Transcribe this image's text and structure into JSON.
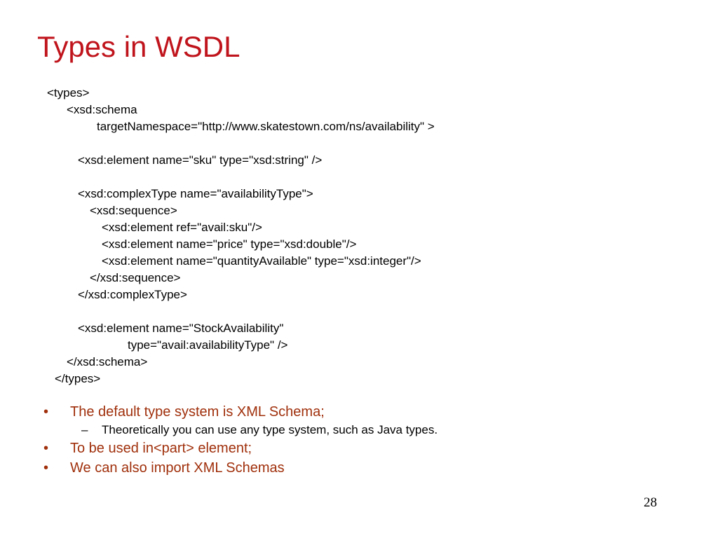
{
  "slide": {
    "title": "Types in WSDL",
    "code_lines": [
      "<types>",
      "<xsd:schema",
      "targetNamespace=\"http://www.skatestown.com/ns/availability\" >",
      "<xsd:element name=\"sku\" type=\"xsd:string\" />",
      "<xsd:complexType name=\"availabilityType\">",
      "<xsd:sequence>",
      "<xsd:element ref=\"avail:sku\"/>",
      "<xsd:element name=\"price\" type=\"xsd:double\"/>",
      "<xsd:element name=\"quantityAvailable\" type=\"xsd:integer\"/>",
      "</xsd:sequence>",
      "</xsd:complexType>",
      "<xsd:element name=\"StockAvailability\"",
      "type=\"avail:availabilityType\" />",
      "</xsd:schema>",
      "</types>"
    ],
    "bullet_marker": "•",
    "sub_marker": "–",
    "bullets": [
      "The default type system is XML Schema;",
      "To be used in<part> element;",
      "We can also import XML Schemas"
    ],
    "sub_bullets": [
      "Theoretically you can use any type system, such as Java types."
    ],
    "page_number": "28",
    "colors": {
      "title": "#c0141c",
      "bullet": "#a0300c",
      "text": "#000000"
    }
  }
}
